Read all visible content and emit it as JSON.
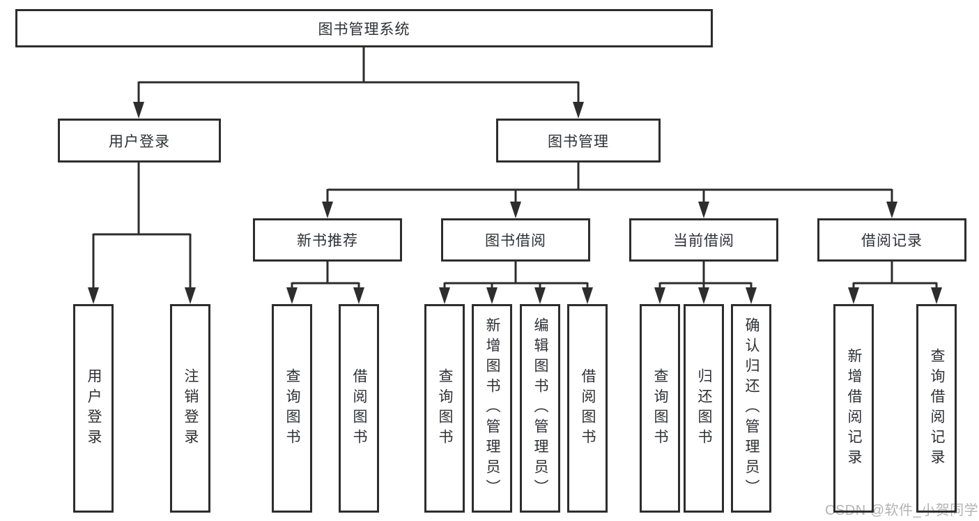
{
  "tree": {
    "label": "图书管理系统",
    "children": [
      {
        "label": "用户登录",
        "children": [
          {
            "label": "用户登录"
          },
          {
            "label": "注销登录"
          }
        ]
      },
      {
        "label": "图书管理",
        "children": [
          {
            "label": "新书推荐",
            "children": [
              {
                "label": "查询图书"
              },
              {
                "label": "借阅图书"
              }
            ]
          },
          {
            "label": "图书借阅",
            "children": [
              {
                "label": "查询图书"
              },
              {
                "label": "新增图书（管理员）"
              },
              {
                "label": "编辑图书（管理员）"
              },
              {
                "label": "借阅图书"
              }
            ]
          },
          {
            "label": "当前借阅",
            "children": [
              {
                "label": "查询图书"
              },
              {
                "label": "归还图书"
              },
              {
                "label": "确认归还（管理员）"
              }
            ]
          },
          {
            "label": "借阅记录",
            "children": [
              {
                "label": "新增借阅记录"
              },
              {
                "label": "查询借阅记录"
              }
            ]
          }
        ]
      }
    ]
  },
  "watermark": {
    "text": "CSDN @软件_小贺同学"
  },
  "colors": {
    "line": "#2d2d2d",
    "text": "#2f3035",
    "background": "#ffffff",
    "watermark": "#b3b3b3"
  }
}
